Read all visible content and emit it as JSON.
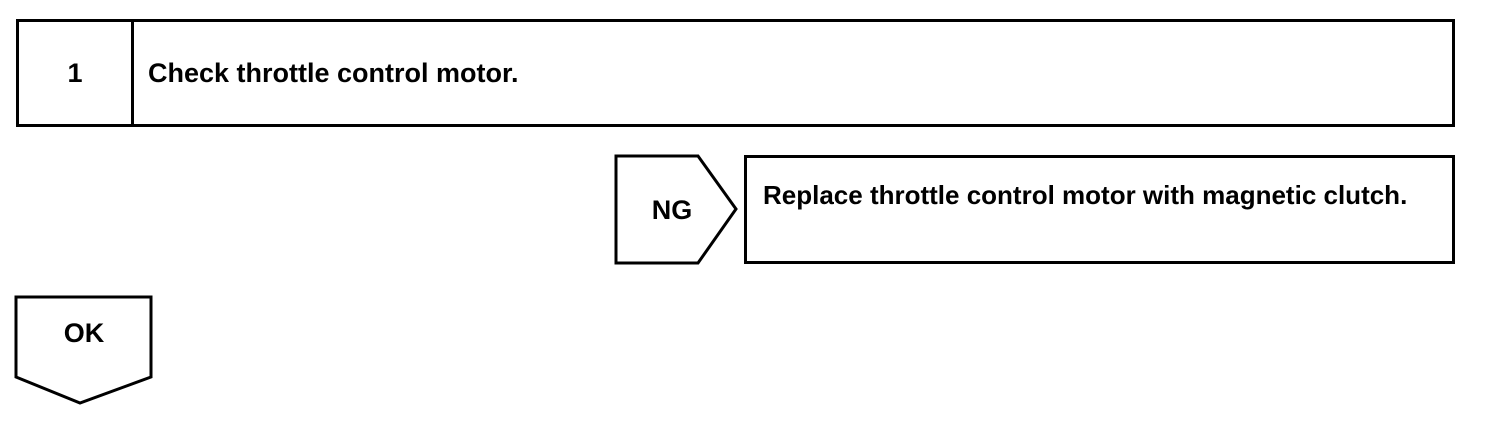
{
  "step": {
    "number": "1",
    "title": "Check throttle control motor."
  },
  "ng_branch": {
    "label": "NG",
    "action": "Replace throttle control motor with magnetic clutch."
  },
  "ok_branch": {
    "label": "OK"
  }
}
